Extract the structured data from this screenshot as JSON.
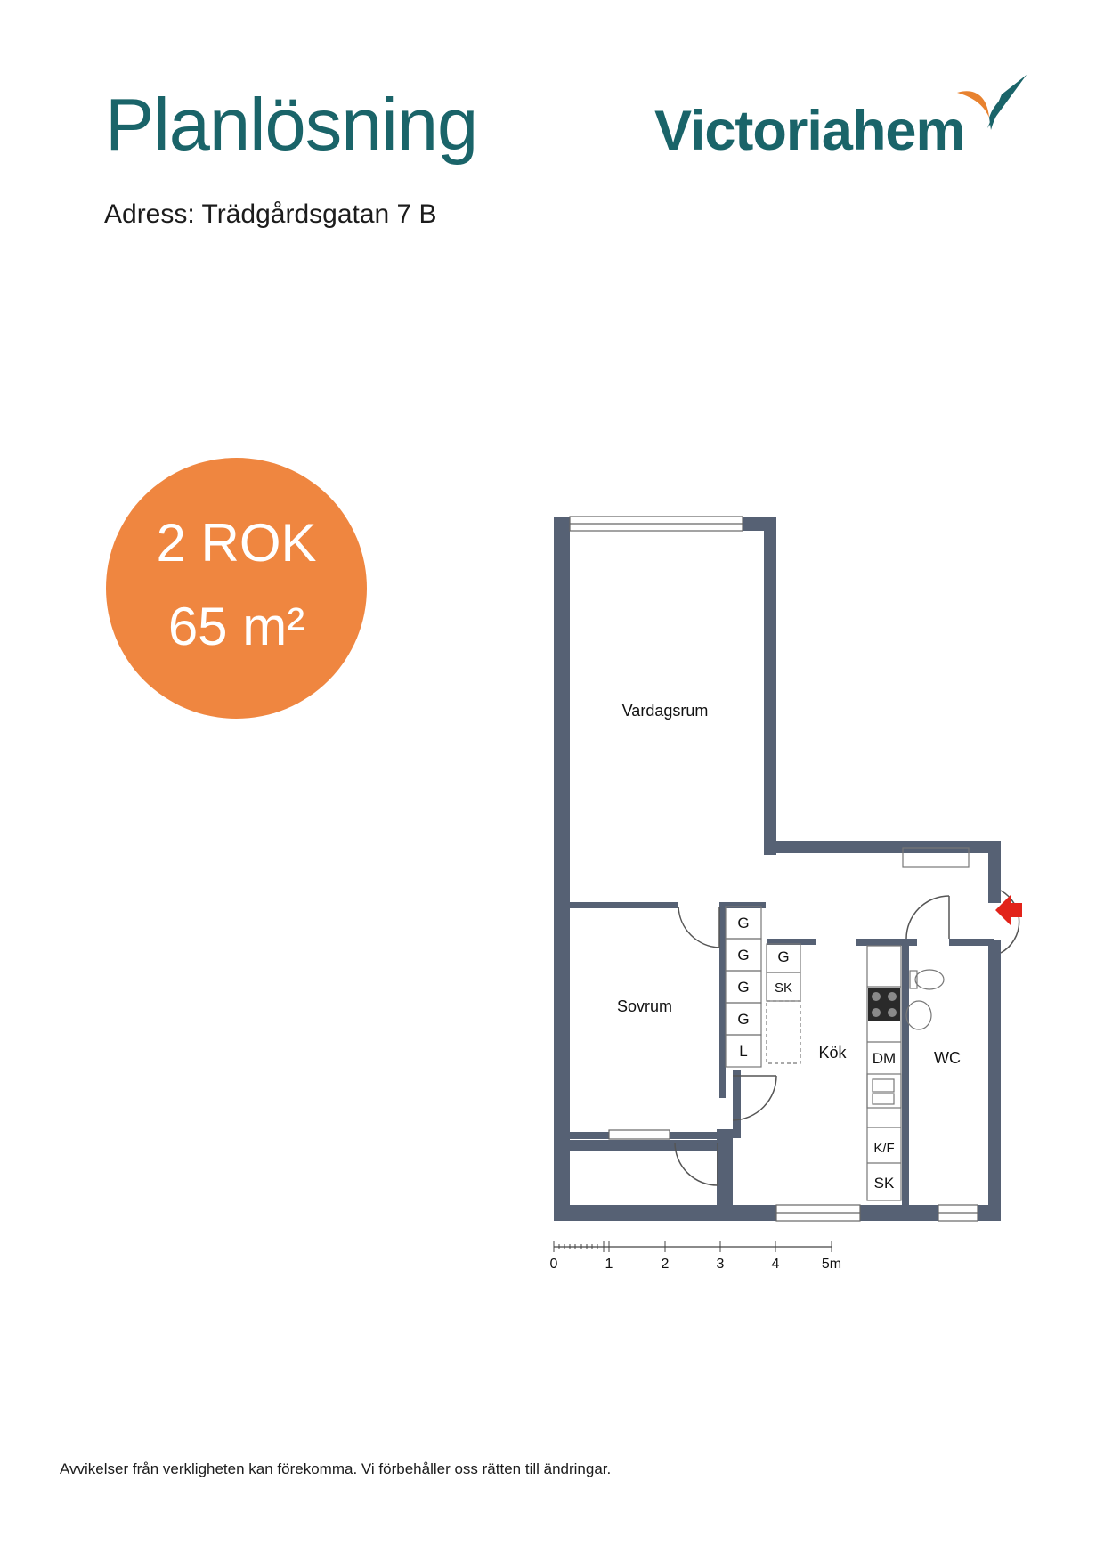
{
  "header": {
    "title": "Planlösning",
    "address_label": "Adress:",
    "address_value": "Trädgårdsgatan 7 B"
  },
  "logo": {
    "text": "Victoriahem",
    "mark_colors": [
      "#e8822f",
      "#1a6469"
    ]
  },
  "badge": {
    "rooms": "2 ROK",
    "area": "65 m²",
    "color": "#ef8640"
  },
  "floorplan": {
    "wall_color": "#566174",
    "rooms": {
      "living": "Vardagsrum",
      "bedroom": "Sovrum",
      "kitchen": "Kök",
      "wc": "WC"
    },
    "storage": {
      "wardrobe_1": "G",
      "wardrobe_2": "G",
      "wardrobe_3": "G",
      "wardrobe_4": "G",
      "linen": "L",
      "wardrobe_5": "G",
      "cleaning_closet": "SK"
    },
    "appliances": {
      "dishwasher": "DM",
      "fridge_freezer": "K/F",
      "cleaning_closet": "SK"
    },
    "entrance_arrow_color": "#e2231a",
    "scale": {
      "ticks": [
        "0",
        "1",
        "2",
        "3",
        "4",
        "5m"
      ]
    }
  },
  "footer": {
    "disclaimer": "Avvikelser från verkligheten kan förekomma. Vi förbehåller oss rätten till ändringar."
  }
}
